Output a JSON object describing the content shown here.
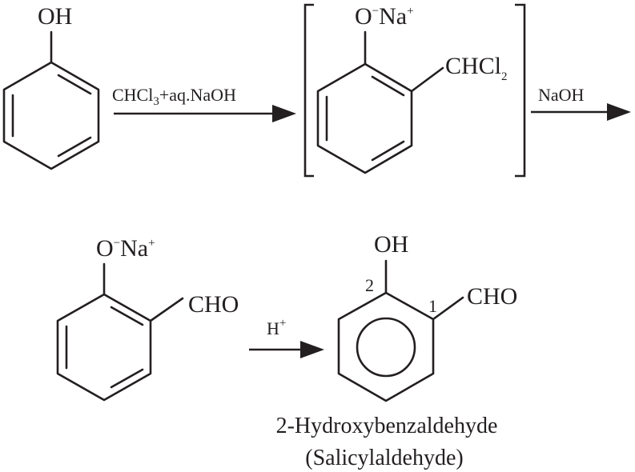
{
  "phenol": {
    "oh": "OH"
  },
  "step1": {
    "reagent_main": "CHCl",
    "reagent_sub": "3",
    "reagent_rest": "+aq.NaOH"
  },
  "intermediate1": {
    "o": "O",
    "minus": "−",
    "na": "Na",
    "plus": "+",
    "group_main": "CHCl",
    "group_sub": "2"
  },
  "step2": {
    "reagent": "NaOH"
  },
  "intermediate2": {
    "o": "O",
    "minus": "−",
    "na": "Na",
    "plus": "+",
    "group": "CHO"
  },
  "step3": {
    "reagent": "H",
    "plus": "+"
  },
  "product": {
    "oh": "OH",
    "pos2": "2",
    "pos1": "1",
    "group": "CHO",
    "name": "2-Hydroxybenzaldehyde",
    "common_name": "(Salicylaldehyde)"
  }
}
